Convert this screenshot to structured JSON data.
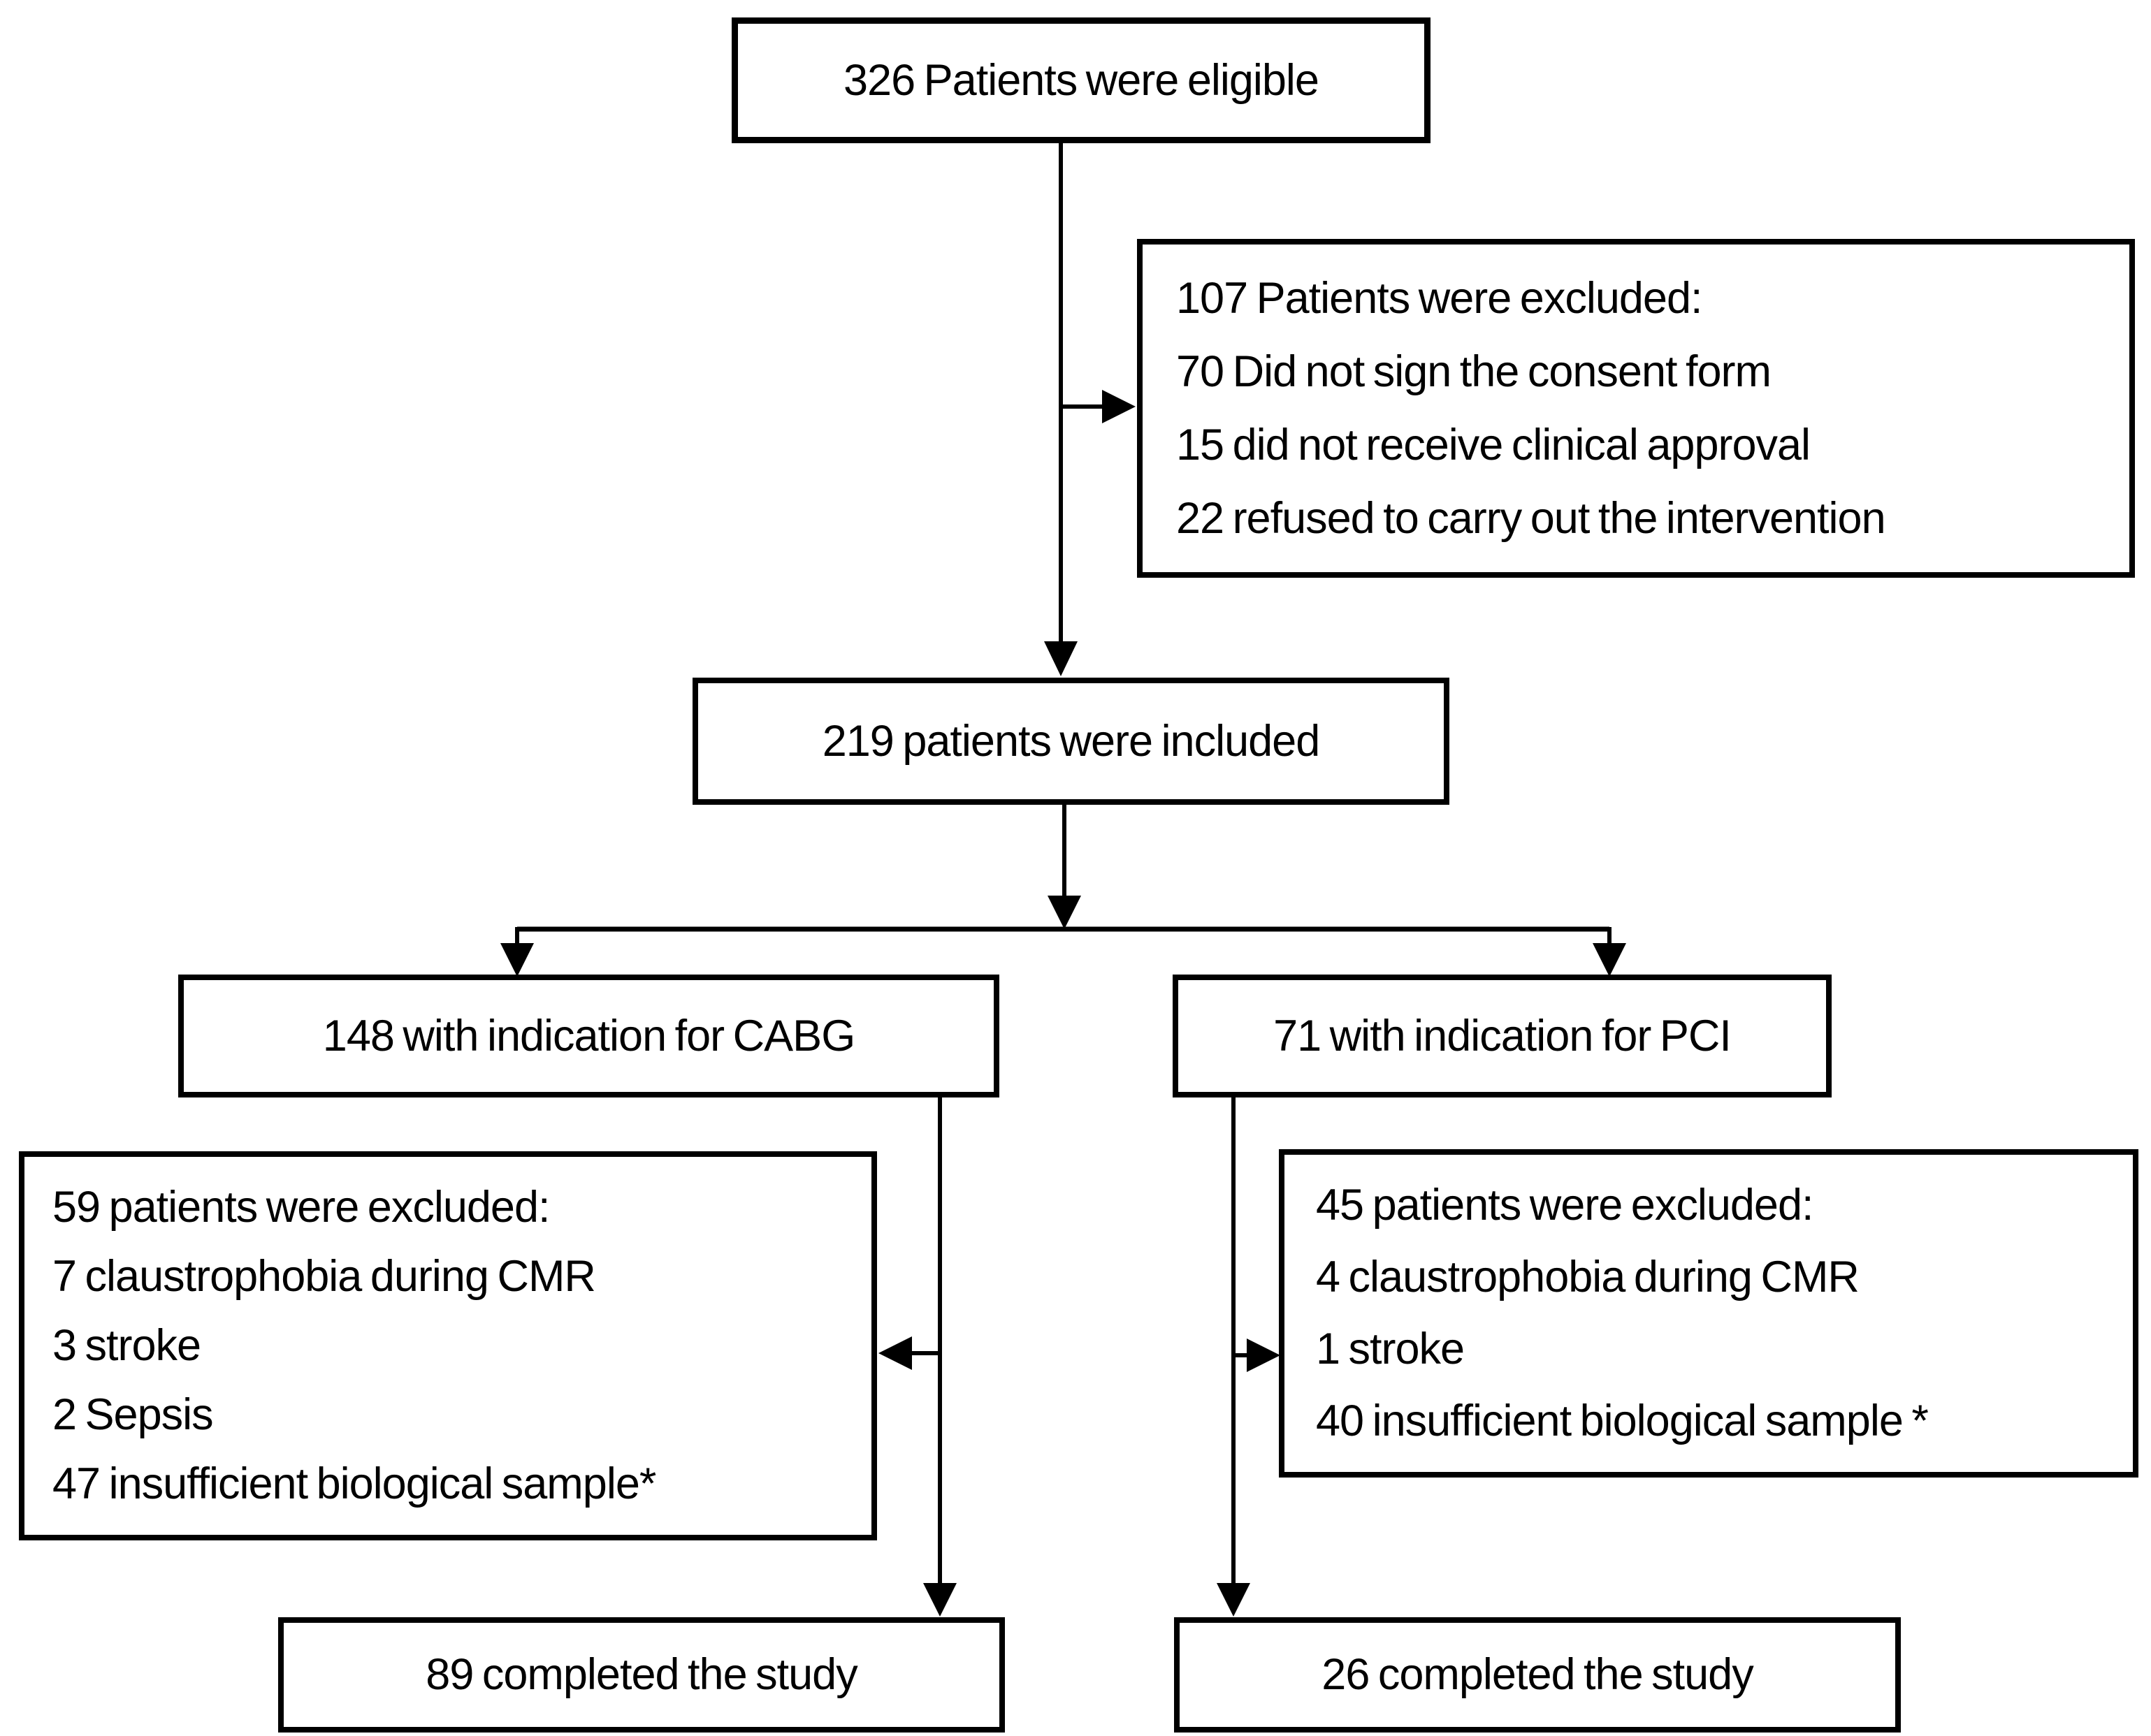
{
  "figure": {
    "kind": "patient enrollment flow diagram",
    "background_color": "#ffffff",
    "line_color": "#000000",
    "text_color": "#000000"
  },
  "nodes": {
    "eligible": {
      "label": "326 Patients were eligible"
    },
    "initial_excluded": {
      "lines": [
        "107 Patients were excluded:",
        "70 Did not sign the consent form",
        "15 did not receive clinical approval",
        "22 refused to carry out the intervention"
      ]
    },
    "included": {
      "label": "219 patients were included"
    },
    "cabg": {
      "label": "148 with indication for CABG"
    },
    "pci": {
      "label": "71 with indication for PCI"
    },
    "cabg_excluded": {
      "lines": [
        "59 patients were excluded:",
        "7 claustrophobia during CMR",
        "3 stroke",
        "2 Sepsis",
        "47 insufficient biological sample*"
      ]
    },
    "pci_excluded": {
      "lines": [
        "45 patients were excluded:",
        "4 claustrophobia during CMR",
        "1 stroke",
        "40 insufficient biological sample *"
      ]
    },
    "cabg_completed": {
      "label": "89 completed the study"
    },
    "pci_completed": {
      "label": "26 completed the study"
    }
  }
}
